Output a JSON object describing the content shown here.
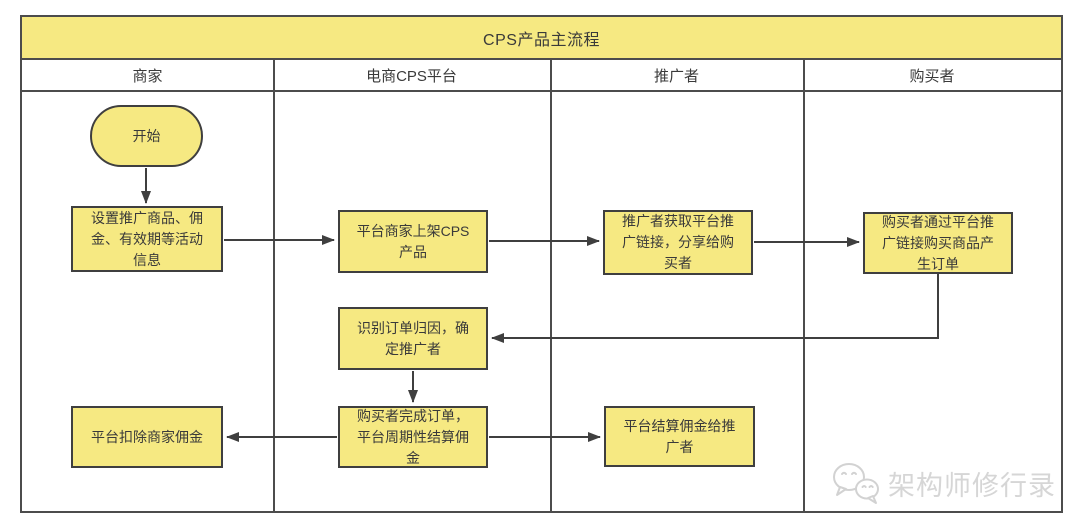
{
  "title": "CPS产品主流程",
  "lanes": [
    {
      "label": "商家"
    },
    {
      "label": "电商CPS平台"
    },
    {
      "label": "推广者"
    },
    {
      "label": "购买者"
    }
  ],
  "nodes": {
    "start": {
      "type": "start",
      "lane": "商家",
      "label": "开始"
    },
    "setup": {
      "type": "process",
      "lane": "商家",
      "label": "设置推广商品、佣金、有效期等活动信息"
    },
    "list": {
      "type": "process",
      "lane": "电商CPS平台",
      "label": "平台商家上架CPS产品"
    },
    "share": {
      "type": "process",
      "lane": "推广者",
      "label": "推广者获取平台推广链接，分享给购买者"
    },
    "order": {
      "type": "process",
      "lane": "购买者",
      "label": "购买者通过平台推广链接购买商品产生订单"
    },
    "attribution": {
      "type": "process",
      "lane": "电商CPS平台",
      "label": "识别订单归因，确定推广者"
    },
    "settle": {
      "type": "process",
      "lane": "电商CPS平台",
      "label": "购买者完成订单，平台周期性结算佣金"
    },
    "deduct": {
      "type": "process",
      "lane": "商家",
      "label": "平台扣除商家佣金"
    },
    "pay": {
      "type": "process",
      "lane": "推广者",
      "label": "平台结算佣金给推广者"
    }
  },
  "edges": [
    {
      "from": "start",
      "to": "setup"
    },
    {
      "from": "setup",
      "to": "list"
    },
    {
      "from": "list",
      "to": "share"
    },
    {
      "from": "share",
      "to": "order"
    },
    {
      "from": "order",
      "to": "attribution"
    },
    {
      "from": "attribution",
      "to": "settle"
    },
    {
      "from": "settle",
      "to": "deduct"
    },
    {
      "from": "settle",
      "to": "pay"
    }
  ],
  "watermark": {
    "icon": "wechat-bubbles-icon",
    "text": "架构师修行录"
  },
  "colors": {
    "node_fill": "#F6E982",
    "node_border": "#3F3F3F",
    "frame_border": "#4C4C4C",
    "arrow": "#3F3F3F",
    "text": "#3A3A3A",
    "watermark_text": "#D6D6D6",
    "background": "#FFFFFF"
  }
}
